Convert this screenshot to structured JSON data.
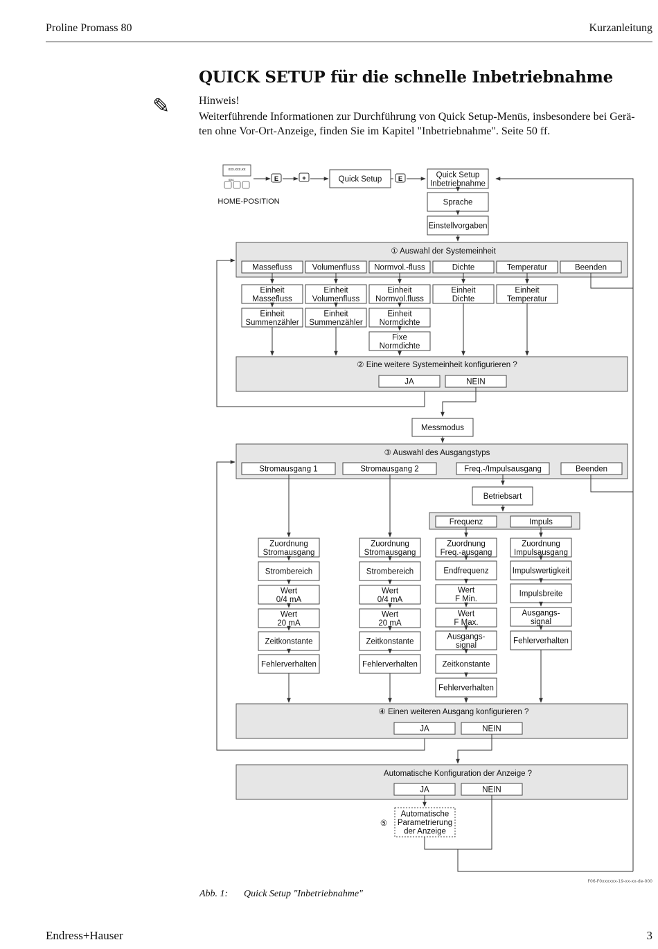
{
  "header": {
    "left": "Proline Promass 80",
    "right": "Kurzanleitung"
  },
  "title": "QUICK SETUP für die schnelle Inbetriebnahme",
  "note": {
    "icon": "pencil-icon",
    "heading": "Hinweis!",
    "line1": "Weiterführende Informationen zur Durchführung von Quick Setup-Menüs, insbesondere bei Gerä-",
    "line2": "ten ohne Vor-Ort-Anzeige, finden Sie im Kapitel \"Inbetriebnahme\". Seite 50 ff."
  },
  "flow": {
    "display_text": "xxx.xxx.xx",
    "display_sub": "Esc",
    "key_e": "E",
    "key_plus": "+",
    "home_position": "HOME-POSITION",
    "quick_setup": "Quick Setup",
    "qs_inbetrieb_1": "Quick Setup",
    "qs_inbetrieb_2": "Inbetriebnahme",
    "sprache": "Sprache",
    "einstellvorgaben": "Einstellvorgaben",
    "s1_title": "①  Auswahl der Systemeinheit",
    "s1_options": [
      "Massefluss",
      "Volumenfluss",
      "Normvol.-fluss",
      "Dichte",
      "Temperatur",
      "Beenden"
    ],
    "unit_masse": [
      "Einheit",
      "Massefluss"
    ],
    "unit_vol": [
      "Einheit",
      "Volumenfluss"
    ],
    "unit_norm": [
      "Einheit",
      "Normvol.fluss"
    ],
    "unit_dichte": [
      "Einheit",
      "Dichte"
    ],
    "unit_temp": [
      "Einheit",
      "Temperatur"
    ],
    "sum_1": [
      "Einheit",
      "Summenzähler"
    ],
    "sum_2": [
      "Einheit",
      "Summenzähler"
    ],
    "normdichte": [
      "Einheit",
      "Normdichte"
    ],
    "fixe_normdichte": [
      "Fixe",
      "Normdichte"
    ],
    "s2_title": "②  Eine weitere Systemeinheit konfigurieren ?",
    "ja": "JA",
    "nein": "NEIN",
    "messmodus": "Messmodus",
    "s3_title": "③  Auswahl des Ausgangstyps",
    "s3_options": [
      "Stromausgang 1",
      "Stromausgang 2",
      "Freq.-/Impulsausgang",
      "Beenden"
    ],
    "betriebsart": "Betriebsart",
    "frequenz": "Frequenz",
    "impuls": "Impuls",
    "zuordnung_strom": [
      "Zuordnung",
      "Stromausgang"
    ],
    "zuordnung_freq": [
      "Zuordnung",
      "Freq.-ausgang"
    ],
    "zuordnung_impuls": [
      "Zuordnung",
      "Impulsausgang"
    ],
    "strombereich": "Strombereich",
    "wert_04": [
      "Wert",
      "0/4 mA"
    ],
    "wert_20": [
      "Wert",
      "20 mA"
    ],
    "zeitkonstante": "Zeitkonstante",
    "fehlerverhalten": "Fehlerverhalten",
    "endfrequenz": "Endfrequenz",
    "wert_fmin": [
      "Wert",
      "F Min."
    ],
    "wert_fmax": [
      "Wert",
      "F Max."
    ],
    "ausgangssignal": [
      "Ausgangs-",
      "signal"
    ],
    "impulswertigkeit": "Impulswertigkeit",
    "impulsbreite": "Impulsbreite",
    "s4_title": "④  Einen weiteren Ausgang konfigurieren ?",
    "s5_title": "Automatische Konfiguration der Anzeige ?",
    "circle5": "⑤",
    "auto_param": [
      "Automatische",
      "Parametrierung",
      "der Anzeige"
    ]
  },
  "ref_code": "F06-F0xxxxxx-19-xx-xx-de-000",
  "caption": {
    "number": "Abb. 1:",
    "text": "Quick Setup \"Inbetriebnahme\""
  },
  "footer": {
    "left": "Endress+Hauser",
    "right": "3"
  }
}
